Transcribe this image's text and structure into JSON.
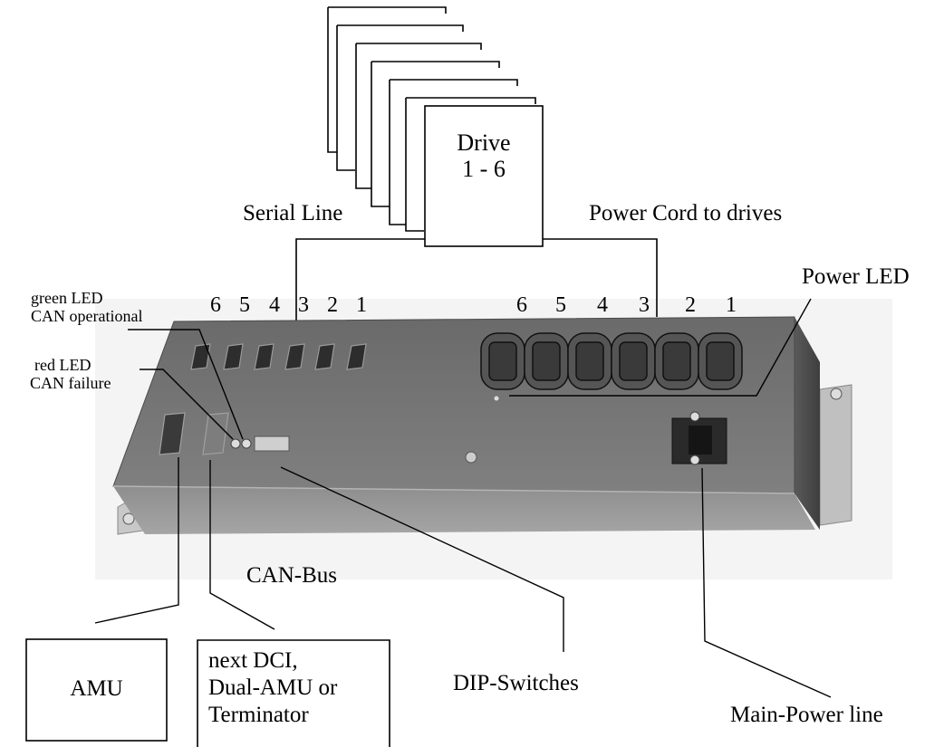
{
  "drive_box": {
    "line1": "Drive",
    "line2": "1 - 6"
  },
  "labels": {
    "serial_line": "Serial Line",
    "power_cord": "Power Cord to drives",
    "power_led": "Power LED",
    "green_led_line1": "green LED",
    "green_led_line2": "CAN operational",
    "red_led_line1": "red LED",
    "red_led_line2": "CAN failure",
    "can_bus": "CAN-Bus",
    "dip_switches": "DIP-Switches",
    "main_power": "Main-Power line"
  },
  "serial_ports": [
    "6",
    "5",
    "4",
    "3",
    "2",
    "1"
  ],
  "power_ports": [
    "6",
    "5",
    "4",
    "3",
    "2",
    "1"
  ],
  "boxes": {
    "amu": "AMU",
    "next_line1": "next DCI,",
    "next_line2": "Dual-AMU or",
    "next_line3": "Terminator"
  }
}
